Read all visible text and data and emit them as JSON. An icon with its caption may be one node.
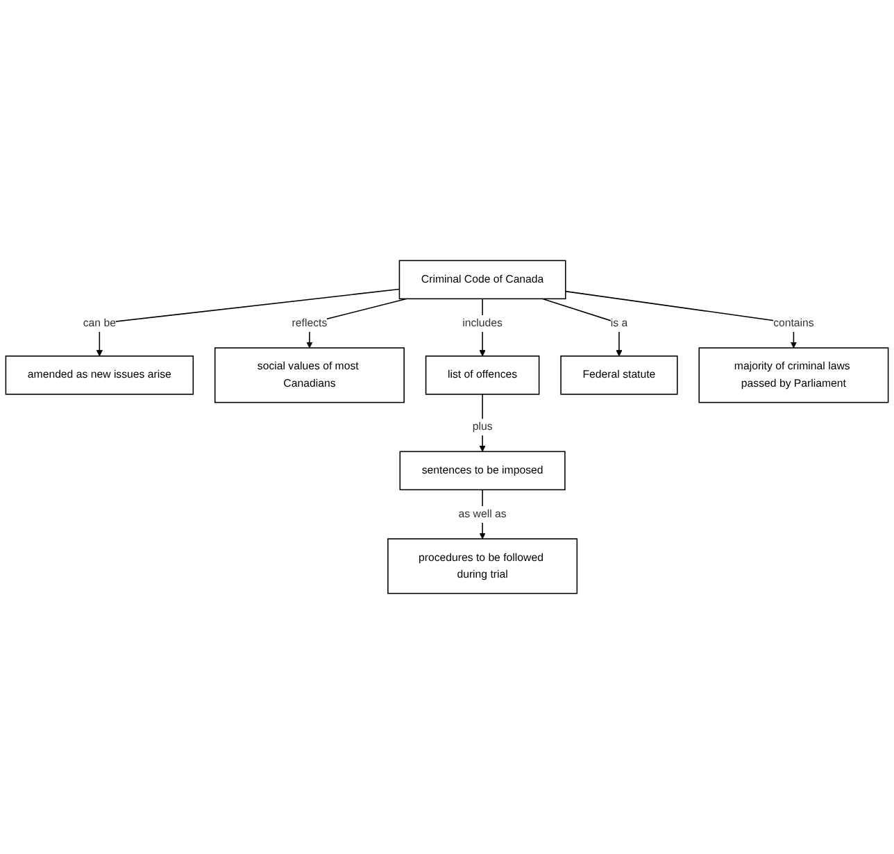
{
  "diagram": {
    "nodes": [
      {
        "text": [
          "amended as new issues arise"
        ]
      },
      {
        "text": [
          "social values of most Canadians"
        ]
      },
      {
        "text": [
          "list of offences"
        ]
      },
      {
        "text": [
          "Criminal Code of Canada"
        ]
      },
      {
        "text": [
          "Federal statute"
        ]
      },
      {
        "text": [
          "sentences to be imposed"
        ]
      },
      {
        "text": [
          "majority of criminal laws passed by Parliament"
        ]
      },
      {
        "text": [
          "procedures to be followed during trial"
        ]
      }
    ],
    "edges": [
      {
        "from": 3,
        "to": 0,
        "label": "can be",
        "arrow": "to"
      },
      {
        "from": 3,
        "to": 1,
        "label": "reflects",
        "arrow": "to"
      },
      {
        "from": 3,
        "to": 2,
        "label": "includes",
        "arrow": "to"
      },
      {
        "from": 3,
        "to": 4,
        "label": "is a",
        "arrow": "to"
      },
      {
        "from": 3,
        "to": 6,
        "label": "contains",
        "arrow": "to"
      },
      {
        "from": 2,
        "to": 5,
        "label": "plus",
        "arrow": "to"
      },
      {
        "from": 5,
        "to": 7,
        "label": "as well as",
        "arrow": "to"
      }
    ]
  }
}
